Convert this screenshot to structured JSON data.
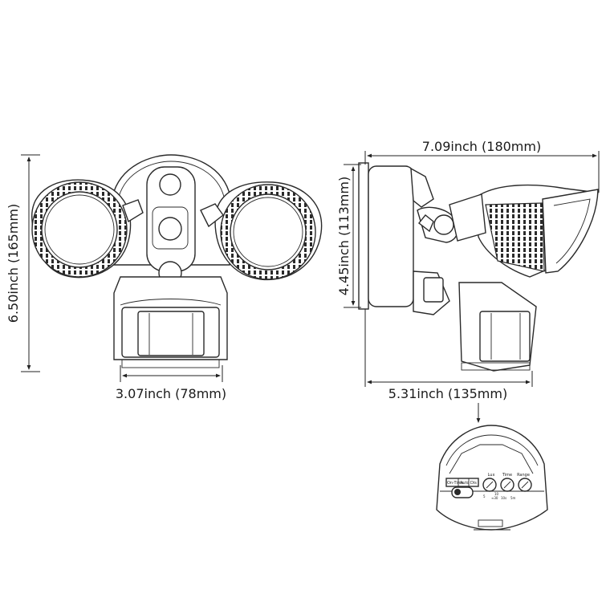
{
  "front_view": {
    "height_label": "6.50inch (165mm)",
    "width_label": "3.07inch (78mm)"
  },
  "side_view": {
    "length_label": "7.09inch (180mm)",
    "height_label": "4.45inch (113mm)",
    "depth_label": "5.31inch (135mm)"
  },
  "sensor_detail": {
    "switch_labels": [
      "On-Time",
      "Auto",
      "Dis"
    ],
    "dial_labels": [
      "Lux",
      "Time",
      "Range"
    ],
    "scale_marks": [
      "5",
      "10",
      "∞30",
      "10s",
      "5m"
    ]
  }
}
